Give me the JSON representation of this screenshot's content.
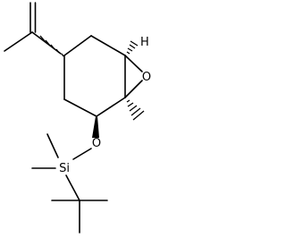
{
  "molecule": {
    "atoms": {
      "oxygen_epoxide": "O",
      "oxygen_ether": "O",
      "silicon": "Si",
      "hydrogen": "H"
    }
  },
  "colors": {
    "bond": "#000000",
    "background": "#ffffff"
  }
}
